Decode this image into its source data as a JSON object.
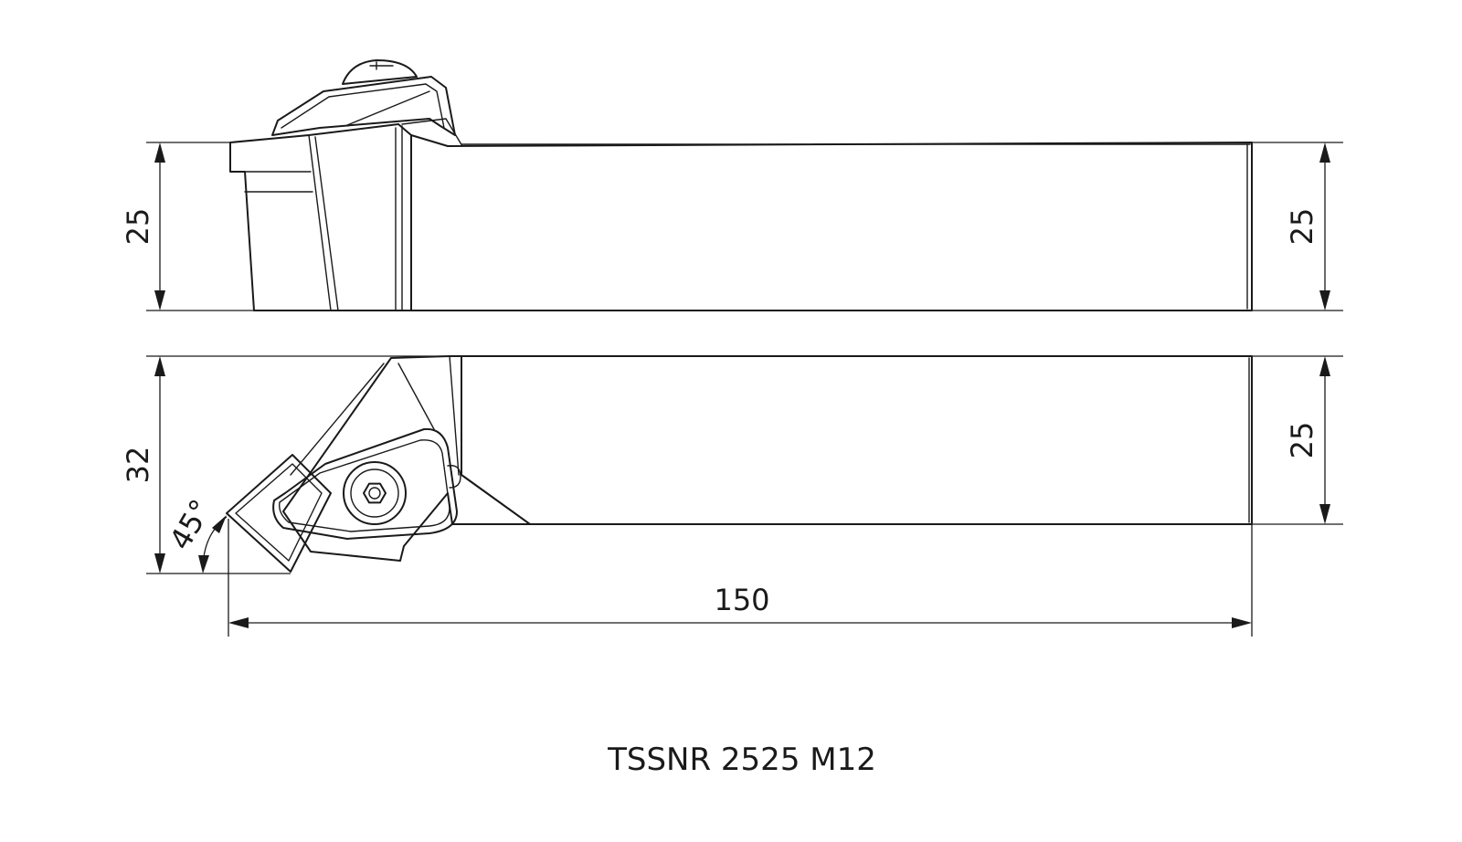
{
  "dimensions": {
    "side_left_height": "25",
    "side_right_height": "25",
    "top_left_width": "32",
    "top_right_width": "25",
    "overall_length": "150",
    "angle": "45°"
  },
  "caption": "TSSNR 2525 M12"
}
